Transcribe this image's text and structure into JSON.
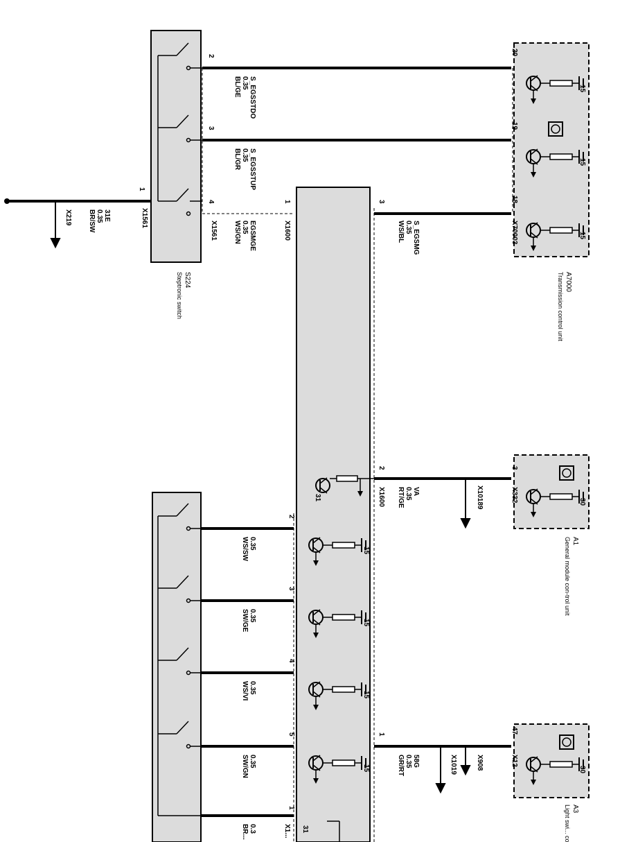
{
  "components": {
    "a7000": {
      "id": "A7000",
      "name": "Transmission control unit"
    },
    "s224": {
      "id": "S224",
      "name": "Steptronic switch"
    },
    "a1": {
      "id": "A1",
      "name": "General module con-trol unit"
    },
    "a3": {
      "id": "A3",
      "name": "Light swi... control u..."
    }
  },
  "pins": {
    "s224_top": [
      "2",
      "3",
      "4"
    ],
    "s224_ground": "1",
    "a7000": [
      "20",
      "19",
      "18"
    ],
    "x1600_top": "1",
    "x1600_egsmg": "3",
    "x1600_va": "2",
    "a1": "3",
    "a3": "47",
    "x1600_lower": [
      "2",
      "3",
      "4",
      "5",
      "1"
    ],
    "x1600_58g": "1"
  },
  "fuse_values": {
    "a7000": "15",
    "a1": "30",
    "a3": "30",
    "x1600_lower": "15",
    "x1600_ground": "31"
  },
  "wires": {
    "egsstdo": {
      "signal": "S_EGSSTDO",
      "size": "0.35",
      "color": "BL/GE"
    },
    "egsstup": {
      "signal": "S_EGSSTUP",
      "size": "0.35",
      "color": "BL/GR"
    },
    "egsmge": {
      "signal": "EGSMGE",
      "size": "0.35",
      "color": "WS/GN"
    },
    "egsmg": {
      "signal": "S_EGSMG",
      "size": "0.35",
      "color": "WS/BL"
    },
    "ground": {
      "signal": "31E",
      "size": "0.35",
      "color": "BR/SW"
    },
    "va": {
      "signal": "VA",
      "size": "0.35",
      "color": "RT/GE"
    },
    "g58": {
      "signal": "58G",
      "size": "0.35",
      "color": "GR/RT"
    },
    "lower": [
      {
        "size": "0.35",
        "color": "WS/SW"
      },
      {
        "size": "0.35",
        "color": "SW/GE"
      },
      {
        "size": "0.35",
        "color": "WS/VI"
      },
      {
        "size": "0.35",
        "color": "SW/GN"
      },
      {
        "size": "0.3",
        "color": "BR..."
      }
    ]
  },
  "connectors": {
    "x1561_a": "X1561",
    "x1561_b": "X1561",
    "x1600_a": "X1600",
    "x1600_b": "X1600",
    "x70003": "X70003",
    "x219": "X219",
    "x10189": "X10189",
    "x332": "X332",
    "x12": "X12",
    "x908": "X908",
    "x1019": "X1019",
    "x1x": "X1..."
  },
  "colors": {
    "module_fill": "#dcdcdc",
    "line": "#000000"
  }
}
